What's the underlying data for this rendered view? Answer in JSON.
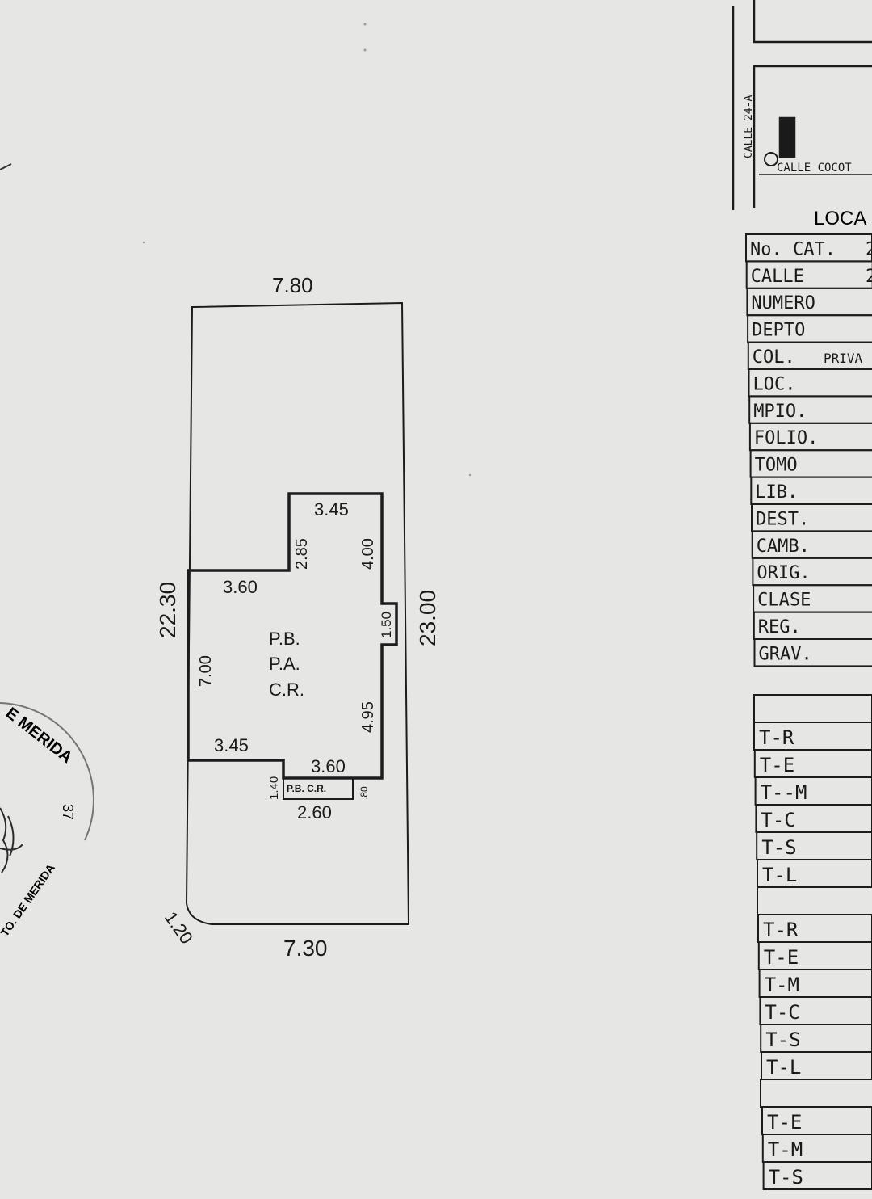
{
  "plan": {
    "top_width": "7.80",
    "bottom_width": "7.30",
    "left_depth": "22.30",
    "right_depth": "23.00",
    "corner_chamfer": "1.20",
    "building": {
      "top": "3.45",
      "upper_left_vertical": "2.85",
      "right_upper": "4.00",
      "left_step": "3.60",
      "left_side": "7.00",
      "bump": "1.50",
      "right_lower": "4.95",
      "bottom_left": "3.45",
      "bottom_right": "3.60",
      "annex_height": "1.40",
      "annex_label": "P.B. C.R.",
      "annex_side": ".80",
      "annex_width": "2.60",
      "levels": [
        "P.B.",
        "P.A.",
        "C.R."
      ]
    }
  },
  "location_map": {
    "title": "LOCA",
    "street_vertical": "CALLE 24-A",
    "street_horizontal": "CALLE COCOT"
  },
  "cadastral_fields": [
    {
      "label": "No. CAT.",
      "value": "2"
    },
    {
      "label": "CALLE",
      "value": "2"
    },
    {
      "label": "NUMERO",
      "value": ""
    },
    {
      "label": "DEPTO",
      "value": ""
    },
    {
      "label": "COL.",
      "value": "PRIVA"
    },
    {
      "label": "LOC.",
      "value": ""
    },
    {
      "label": "MPIO.",
      "value": ""
    },
    {
      "label": "FOLIO.",
      "value": ""
    },
    {
      "label": "TOMO",
      "value": ""
    },
    {
      "label": "LIB.",
      "value": ""
    },
    {
      "label": "DEST.",
      "value": ""
    },
    {
      "label": "CAMB.",
      "value": ""
    },
    {
      "label": "ORIG.",
      "value": ""
    },
    {
      "label": "CLASE",
      "value": ""
    },
    {
      "label": "REG.",
      "value": ""
    },
    {
      "label": "GRAV.",
      "value": ""
    }
  ],
  "code_groups": [
    [
      "T-R",
      "T-E",
      "T--M",
      "T-C",
      "T-S",
      "T-L"
    ],
    [
      "T-R",
      "T-E",
      "T-M",
      "T-C",
      "T-S",
      "T-L"
    ],
    [
      "T-E",
      "T-M",
      "T-S"
    ]
  ],
  "stamp": {
    "text_top": "E MERIDA",
    "text_bottom": "TO. DE MERIDA",
    "mark": "37"
  }
}
